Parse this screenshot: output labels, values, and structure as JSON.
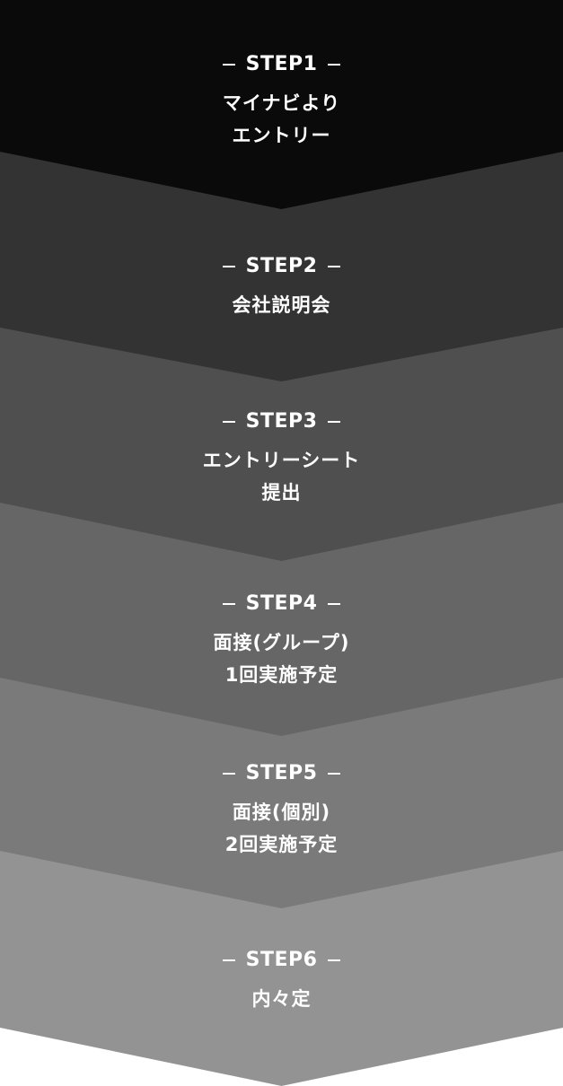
{
  "steps": [
    {
      "label": "STEP1",
      "lines": [
        "マイナビより",
        "エントリー"
      ],
      "color": "#0a0a0a"
    },
    {
      "label": "STEP2",
      "lines": [
        "会社説明会"
      ],
      "color": "#333333"
    },
    {
      "label": "STEP3",
      "lines": [
        "エントリーシート",
        "提出"
      ],
      "color": "#4f4f4f"
    },
    {
      "label": "STEP4",
      "lines": [
        "面接(グループ)",
        "1回実施予定"
      ],
      "color": "#666666"
    },
    {
      "label": "STEP5",
      "lines": [
        "面接(個別)",
        "2回実施予定"
      ],
      "color": "#7a7a7a"
    },
    {
      "label": "STEP6",
      "lines": [
        "内々定"
      ],
      "color": "#939393"
    }
  ]
}
